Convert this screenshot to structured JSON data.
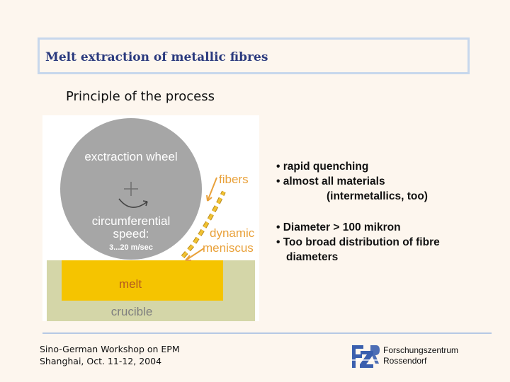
{
  "slide": {
    "title": "Melt extraction of metallic fibres",
    "subtitle": "Principle of the process"
  },
  "diagram": {
    "wheel_label": "exctraction wheel",
    "speed_label_1": "circumferential",
    "speed_label_2": "speed:",
    "speed_value": "3...20 m/sec",
    "fibers_label": "fibers",
    "meniscus_label_1": "dynamic",
    "meniscus_label_2": "meniscus",
    "melt_label": "melt",
    "crucible_label": "crucible"
  },
  "bullets": {
    "group1": {
      "line1": "• rapid quenching",
      "line2": "• almost all materials",
      "line3": "(intermetallics, too)"
    },
    "group2": {
      "line1": "• Diameter > 100 mikron",
      "line2": "• Too broad distribution of fibre",
      "line3": "diameters"
    }
  },
  "footer": {
    "left_line1": "Sino-German Workshop on EPM",
    "left_line2": "Shanghai, Oct. 11-12, 2004",
    "right_line1": "Forschungszentrum",
    "right_line2": "Rossendorf"
  },
  "colors": {
    "title": "#2b3a7e",
    "wheel": "#a6a6a6",
    "melt": "#f5c400",
    "crucible": "#d4d6a8",
    "accent_orange": "#e9a13a"
  }
}
